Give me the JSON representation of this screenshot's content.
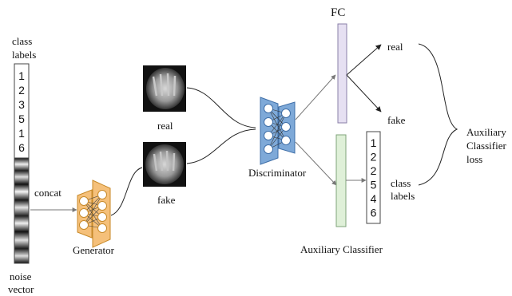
{
  "labels": {
    "class_labels_top": [
      "class",
      "labels"
    ],
    "noise_vector": [
      "noise",
      "vector"
    ],
    "concat": "concat",
    "generator": "Generator",
    "real": "real",
    "fake": "fake",
    "discriminator": "Discriminator",
    "fc": "FC",
    "out_real": "real",
    "out_fake": "fake",
    "class_labels_right": [
      "class",
      "labels"
    ],
    "auxiliary_classifier": "Auxiliary Classifier",
    "aux_loss": [
      "Auxiliary",
      "Classifier",
      "loss"
    ]
  },
  "input_class_labels": [
    "1",
    "2",
    "3",
    "5",
    "1",
    "6"
  ],
  "output_class_labels": [
    "1",
    "2",
    "2",
    "5",
    "4",
    "6"
  ],
  "colors": {
    "generator_fill": "#f5c07a",
    "generator_stroke": "#c88a2a",
    "discriminator_fill": "#7ea9d8",
    "discriminator_stroke": "#3f6fa8",
    "fc_fill": "#e6e0f2",
    "fc_stroke": "#8a7fa8",
    "aux_fill": "#dff0d8",
    "aux_stroke": "#7fa37a"
  }
}
